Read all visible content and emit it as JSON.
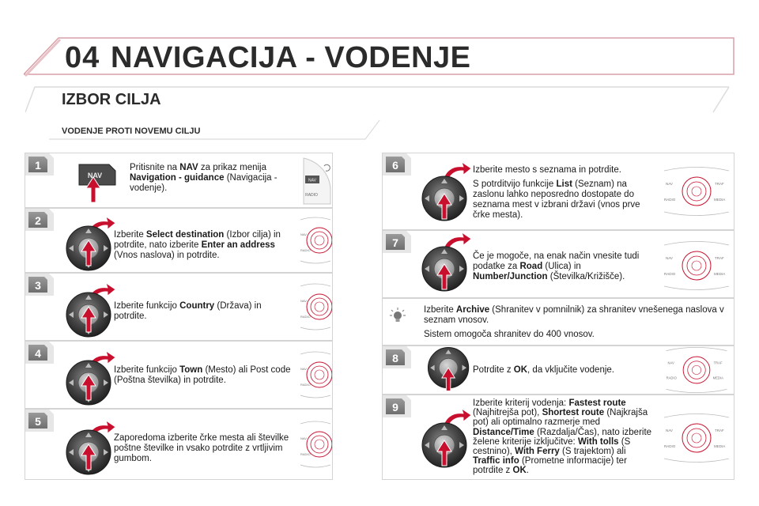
{
  "header": {
    "chapter": "04",
    "title": "NAVIGACIJA - VODENJE",
    "section": "IZBOR CILJA",
    "subsection": "VODENJE PROTI NOVEMU CILJU"
  },
  "buttons": {
    "nav_label": "NAV"
  },
  "device_labels": {
    "nav": "NAV",
    "traf": "TRAF",
    "radio": "RADIO",
    "media": "MEDIA"
  },
  "steps": {
    "s1": {
      "num": "1",
      "t1": "Pritisnite na ",
      "b1": "NAV",
      "t2": " za prikaz menija ",
      "b2": "Navigation - guidance",
      "t3": " (Navigacija - vodenje)."
    },
    "s2": {
      "num": "2",
      "t1": "Izberite ",
      "b1": "Select destination",
      "t2": " (Izbor cilja) in potrdite, nato izberite ",
      "b2": "Enter an address",
      "t3": " (Vnos naslova) in potrdite."
    },
    "s3": {
      "num": "3",
      "t1": "Izberite funkcijo ",
      "b1": "Country",
      "t2": " (Država) in potrdite."
    },
    "s4": {
      "num": "4",
      "t1": "Izberite funkcijo ",
      "b1": "Town",
      "t2": " (Mesto) ali Post code (Poštna številka) in potrdite."
    },
    "s5": {
      "num": "5",
      "t1": "Zaporedoma izberite črke mesta ali številke poštne številke in vsako potrdite z vrtljivim gumbom."
    },
    "s6": {
      "num": "6",
      "p1": "Izberite mesto s seznama in potrdite.",
      "t1": "S potrditvijo funkcije ",
      "b1": "List",
      "t2": " (Seznam) na zaslonu lahko neposredno dostopate do seznama mest v izbrani državi (vnos prve črke mesta)."
    },
    "s7": {
      "num": "7",
      "t1": "Če je mogoče, na enak način vnesite tudi podatke za ",
      "b1": "Road",
      "t2": " (Ulica) in ",
      "b2": "Number/Junction",
      "t3": " (Številka/Križišče)."
    },
    "tip": {
      "t1": "Izberite ",
      "b1": "Archive",
      "t2": " (Shranitev v pomnilnik) za shranitev vnešenega naslova v seznam vnosov.",
      "p2": "Sistem omogoča shranitev do 400 vnosov."
    },
    "s8": {
      "num": "8",
      "t1": "Potrdite z ",
      "b1": "OK",
      "t2": ", da vključite vodenje."
    },
    "s9": {
      "num": "9",
      "t1": "Izberite kriterij vodenja: ",
      "b1": "Fastest route",
      "t2": " (Najhitrejša pot), ",
      "b2": "Shortest route",
      "t3": " (Najkrajša pot) ali optimalno razmerje med ",
      "b3": "Distance/Time",
      "t4": " (Razdalja/Čas), nato izberite želene kriterije izključitve: ",
      "b4": "With tolls",
      "t5": " (S cestnino), ",
      "b5": "With Ferry",
      "t6": " (S trajektom) ali ",
      "b6": "Traffic info",
      "t7": " (Prometne informacije) ter potrdite z ",
      "b7": "OK",
      "t8": "."
    }
  },
  "colors": {
    "accent_red": "#c8102e",
    "header_line": "#d9a0a8",
    "panel_border": "#d4d4d4",
    "knob_dark": "#3a3a3a"
  }
}
